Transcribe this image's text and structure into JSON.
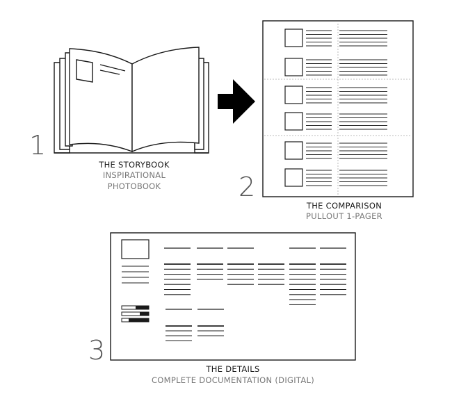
{
  "colors": {
    "ink": "#1a1a1a",
    "line": "#222222",
    "subtitle": "#777777",
    "number": "#555555",
    "dotted": "#bbbbbb"
  },
  "storybook": {
    "number": "1",
    "title": "THE STORYBOOK",
    "subtitle_line1": "INSPIRATIONAL",
    "subtitle_line2": "PHOTOBOOK",
    "icon": "open-book-icon"
  },
  "arrow": {
    "icon": "right-arrow-icon"
  },
  "comparison": {
    "number": "2",
    "title": "THE COMPARISON",
    "subtitle": "PULLOUT 1-PAGER",
    "icon": "one-pager-document-icon"
  },
  "details": {
    "number": "3",
    "title": "THE DETAILS",
    "subtitle": "COMPLETE DOCUMENTATION (DIGITAL)",
    "icon": "digital-document-icon"
  }
}
